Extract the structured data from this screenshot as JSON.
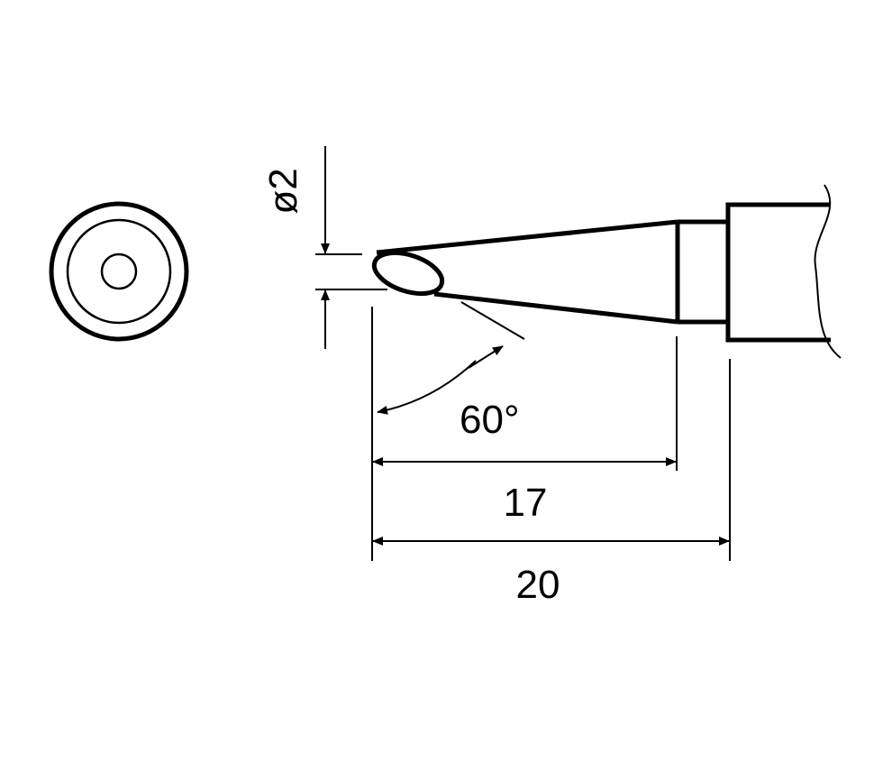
{
  "drawing": {
    "dimensions": {
      "diameter_label": "ø2",
      "angle_label": "60°",
      "length_tip_label": "17",
      "length_total_label": "20"
    }
  }
}
